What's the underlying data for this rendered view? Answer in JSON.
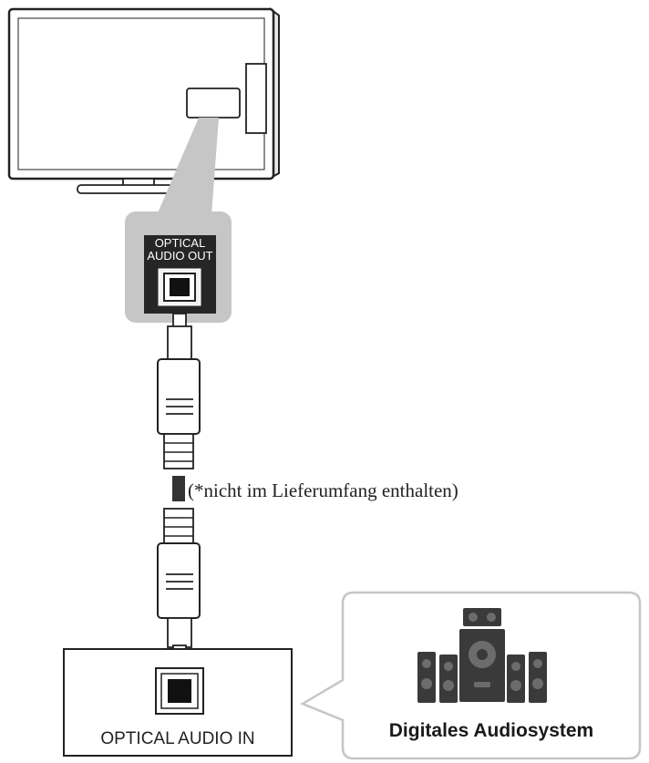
{
  "tv_panel": {
    "port_label_line1": "OPTICAL",
    "port_label_line2": "AUDIO OUT"
  },
  "cable": {
    "note": "(*nicht im Lieferumfang enthalten)"
  },
  "receiver": {
    "port_label": "OPTICAL AUDIO IN"
  },
  "callout": {
    "label": "Digitales Audiosystem"
  },
  "colors": {
    "line": "#222222",
    "callout_gray": "#c6c6c6",
    "port_panel": "#262626",
    "port_text": "#ffffff",
    "speaker_dark": "#3a3a3a",
    "speaker_mid": "#6c6c6c"
  }
}
